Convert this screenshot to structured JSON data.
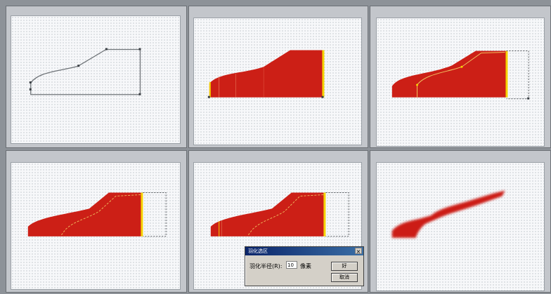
{
  "colors": {
    "fill": "#cc1f16",
    "edge": "#f6d400",
    "path_stroke": "#6f7478",
    "anchor": "#3a3f44"
  },
  "panels": [
    {
      "name": "panel-1-path-outline"
    },
    {
      "name": "panel-2-filled-shape"
    },
    {
      "name": "panel-3-filled-with-path"
    },
    {
      "name": "panel-4-path-selection"
    },
    {
      "name": "panel-5-shape-with-dialog"
    },
    {
      "name": "panel-6-feathered-result"
    }
  ],
  "dialog": {
    "title": "羽化选区",
    "close_glyph": "×",
    "label": "羽化半径(R):",
    "value": "10",
    "unit": "像素",
    "ok_label": "好",
    "cancel_label": "取消"
  }
}
